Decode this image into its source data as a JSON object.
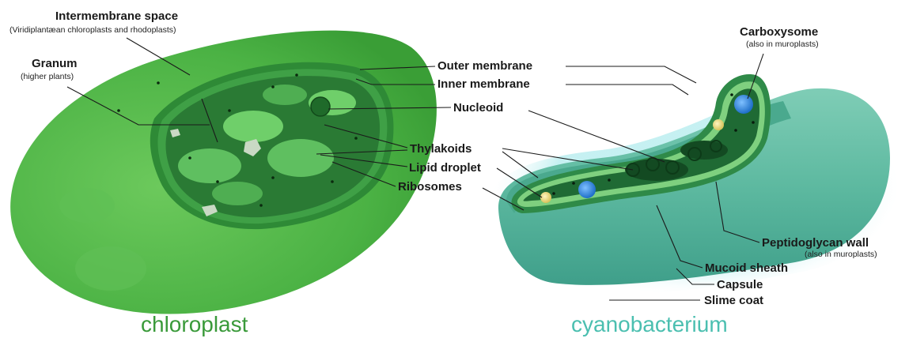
{
  "colors": {
    "chloroplast_caption": "#3a9a3a",
    "cyanobacterium_caption": "#4bbfb0",
    "chloroplast_body": "#4fb84a",
    "cyanobacterium_body": "#5cb8a0"
  },
  "captions": {
    "left": "chloroplast",
    "right": "cyanobacterium"
  },
  "labels": {
    "intermembrane_space": "Intermembrane space",
    "intermembrane_note": "(Viridiplantæan chloroplasts and rhodoplasts)",
    "granum": "Granum",
    "granum_note": "(higher plants)",
    "outer_membrane": "Outer membrane",
    "inner_membrane": "Inner membrane",
    "nucleoid": "Nucleoid",
    "thylakoids": "Thylakoids",
    "lipid_droplet": "Lipid droplet",
    "ribosomes": "Ribosomes",
    "carboxysome": "Carboxysome",
    "carboxysome_note": "(also in muroplasts)",
    "peptidoglycan_wall": "Peptidoglycan wall",
    "peptidoglycan_note": "(also in muroplasts)",
    "mucoid_sheath": "Mucoid sheath",
    "capsule": "Capsule",
    "slime_coat": "Slime coat"
  }
}
